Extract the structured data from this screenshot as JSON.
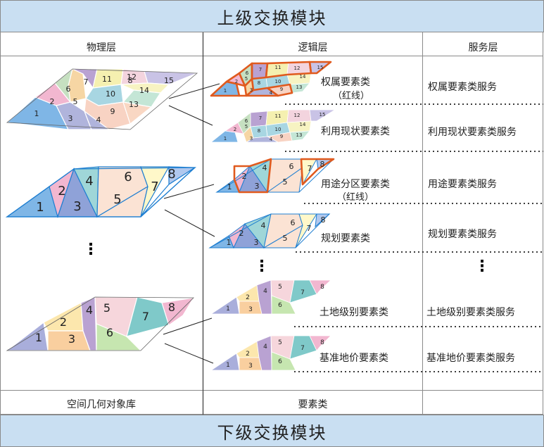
{
  "top_band": "上级交换模块",
  "bottom_band": "下级交换模块",
  "headers": {
    "physical": "物理层",
    "logical": "逻辑层",
    "service": "服务层"
  },
  "footer": {
    "physical": "空间几何对象库",
    "logical": "要素类",
    "service": ""
  },
  "rows": [
    {
      "feature": "权属要素类",
      "feature_note": "（红线）",
      "service": "权属要素类服务"
    },
    {
      "feature": "利用现状要素类",
      "service": "利用现状要素类服务"
    },
    {
      "feature": "用途分区要素类",
      "feature_note": "（红线）",
      "service": "用途要素类服务"
    },
    {
      "feature": "规划要素类",
      "service": "规划要素类服务"
    },
    {
      "feature": "土地级别要素类",
      "service": "土地级别要素类服务"
    },
    {
      "feature": "基准地价要素类",
      "service": "基准地价要素类服务"
    }
  ],
  "parcel_labels_a": [
    "1",
    "2",
    "3",
    "4",
    "5",
    "6",
    "7",
    "8",
    "9",
    "10",
    "11",
    "12",
    "13",
    "14",
    "15"
  ],
  "parcel_labels_b": [
    "1",
    "2",
    "3",
    "4",
    "5",
    "6",
    "7",
    "8"
  ],
  "parcel_labels_c": [
    "1",
    "2",
    "3",
    "4",
    "5",
    "6",
    "7",
    "8"
  ],
  "ellipsis": "⋮",
  "colors": {
    "band": "#c9dff2",
    "highlight": "#e05a1e",
    "blue_outline": "#1f7fd1"
  }
}
